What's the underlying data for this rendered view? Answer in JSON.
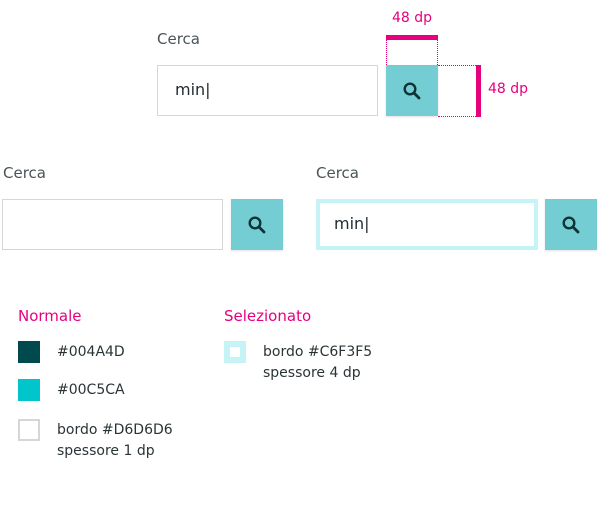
{
  "colors": {
    "dark_teal": "#004A4D",
    "teal": "#00C5CA",
    "button_bg": "#73CDD2",
    "border_normal": "#D6D6D6",
    "border_selected": "#C6F3F5",
    "annotation": "#E6007E"
  },
  "spec": {
    "label": "Cerca",
    "value": "min|",
    "width_annotation": "48 dp",
    "height_annotation": "48 dp",
    "button_icon": "search-icon"
  },
  "example_empty": {
    "label": "Cerca",
    "value": "",
    "button_icon": "search-icon"
  },
  "example_selected": {
    "label": "Cerca",
    "value": "min|",
    "button_icon": "search-icon"
  },
  "legend": {
    "normal_title": "Normale",
    "normal_items": [
      {
        "text": "#004A4D"
      },
      {
        "text": "#00C5CA"
      },
      {
        "text": "bordo #D6D6D6",
        "sub": "spessore 1 dp"
      }
    ],
    "selected_title": "Selezionato",
    "selected_items": [
      {
        "text": "bordo #C6F3F5",
        "sub": "spessore 4 dp"
      }
    ]
  }
}
